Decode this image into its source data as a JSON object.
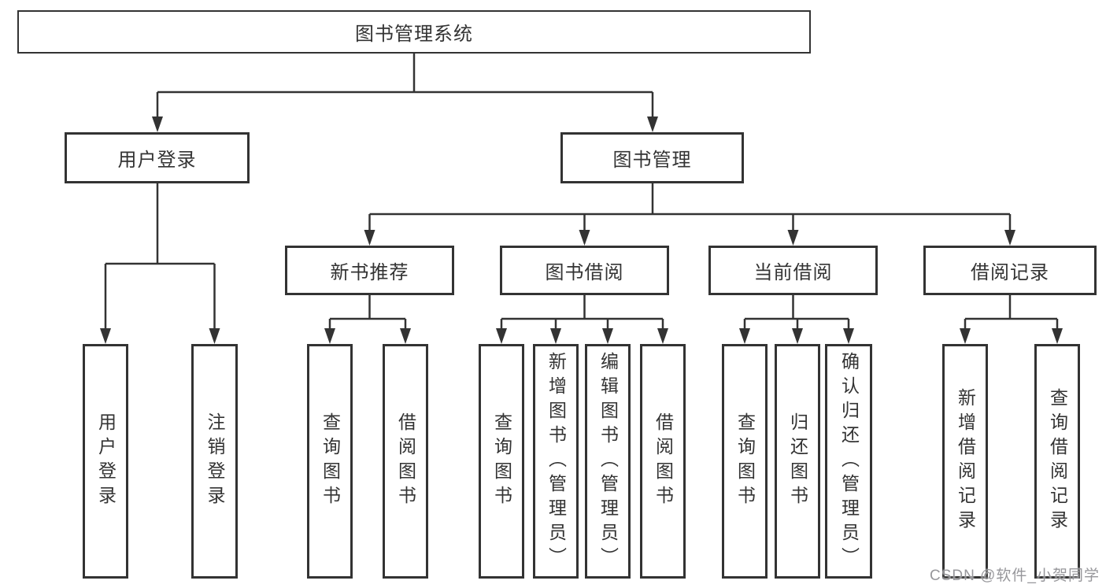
{
  "diagram": {
    "title": "图书管理系统",
    "line_color": "#333333",
    "level2": [
      {
        "label": "用户登录"
      },
      {
        "label": "图书管理"
      }
    ],
    "level3": [
      {
        "label": "新书推荐"
      },
      {
        "label": "图书借阅"
      },
      {
        "label": "当前借阅"
      },
      {
        "label": "借阅记录"
      }
    ],
    "leaves": {
      "user_login": [
        {
          "label": "用户登录"
        },
        {
          "label": "注销登录"
        }
      ],
      "new_book": [
        {
          "label": "查询图书"
        },
        {
          "label": "借阅图书"
        }
      ],
      "book_borrow": [
        {
          "label": "查询图书"
        },
        {
          "label": "新增图书（管理员）"
        },
        {
          "label": "编辑图书（管理员）"
        },
        {
          "label": "借阅图书"
        }
      ],
      "current_borrow": [
        {
          "label": "查询图书"
        },
        {
          "label": "归还图书"
        },
        {
          "label": "确认归还（管理员）"
        }
      ],
      "borrow_record": [
        {
          "label": "新增借阅记录"
        },
        {
          "label": "查询借阅记录"
        }
      ]
    }
  },
  "watermark": {
    "text": "CSDN @软件_小贺同学"
  }
}
